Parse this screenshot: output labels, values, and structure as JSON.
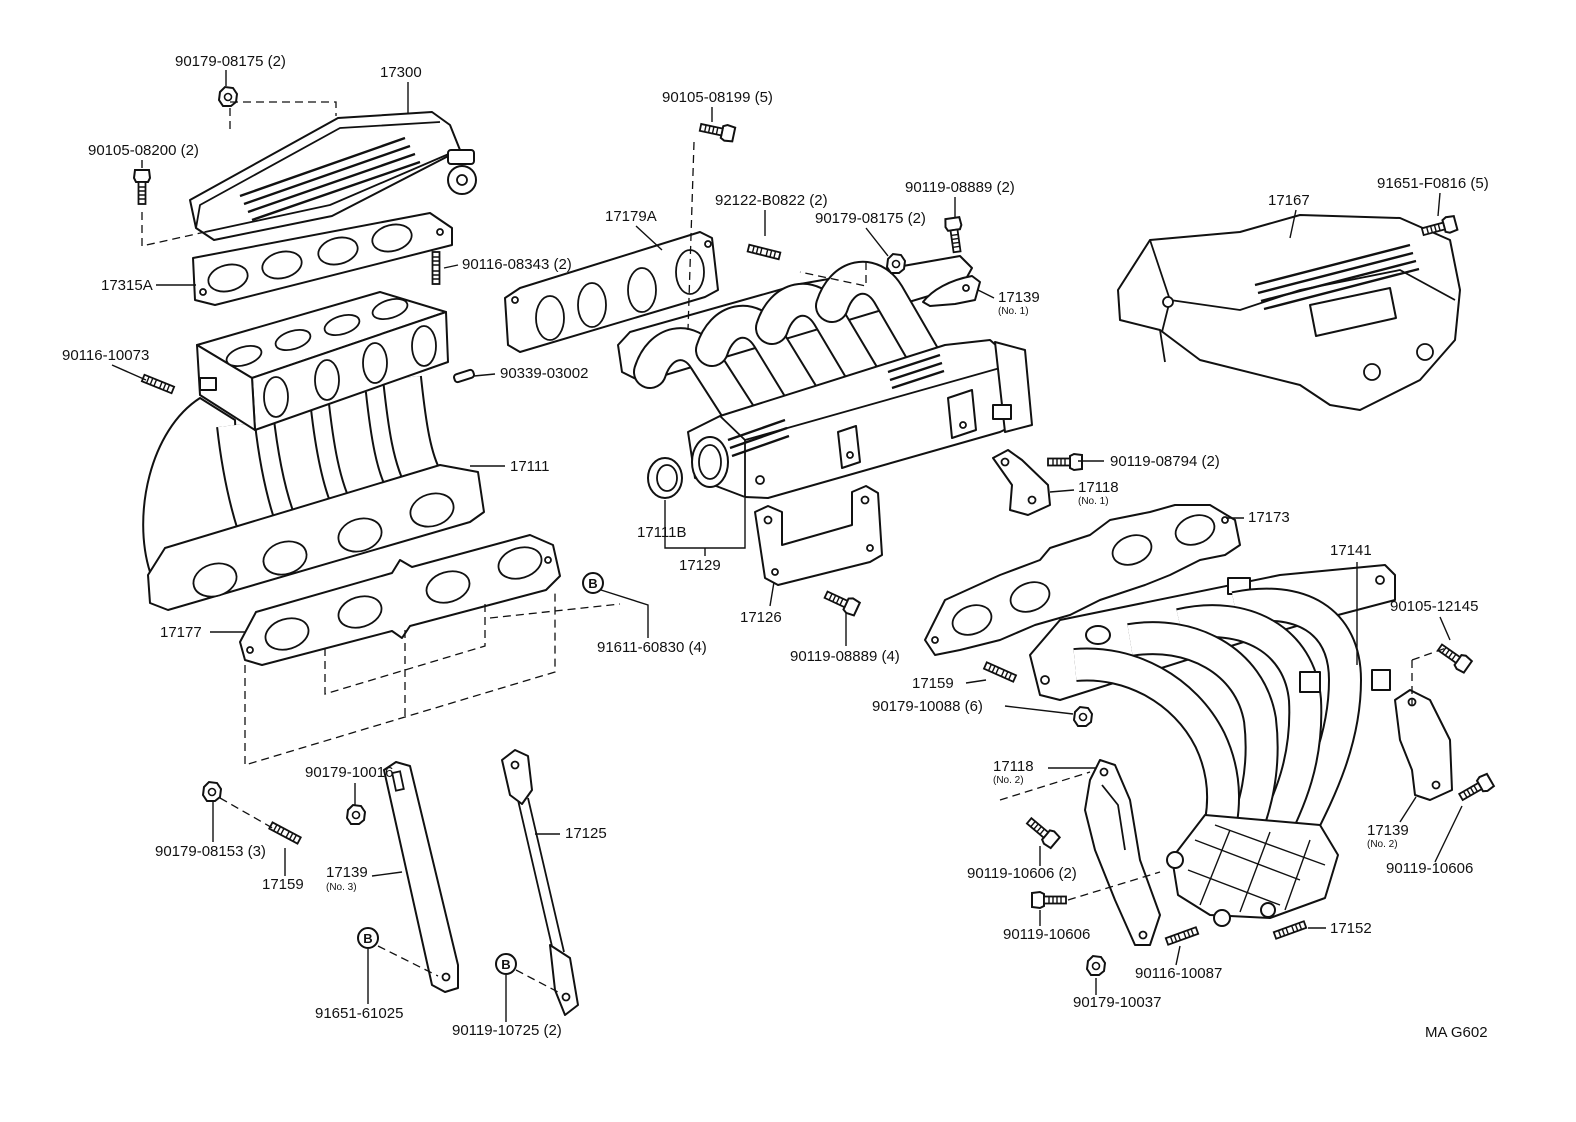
{
  "callouts": [
    {
      "text": "90179-08175 (2)"
    },
    {
      "text": "17300"
    },
    {
      "text": "90105-08200 (2)"
    },
    {
      "text": "17315A"
    },
    {
      "text": "90116-08343 (2)"
    },
    {
      "text": "90116-10073"
    },
    {
      "text": "90339-03002"
    },
    {
      "text": "17111"
    },
    {
      "text": "17177"
    },
    {
      "text": "91611-60830 (4)"
    },
    {
      "text": "90179-10016"
    },
    {
      "text": "90179-08153 (3)"
    },
    {
      "text": "17159"
    },
    {
      "text": "17139",
      "sub": "(No. 3)"
    },
    {
      "text": "91651-61025"
    },
    {
      "text": "17125"
    },
    {
      "text": "90119-10725 (2)"
    },
    {
      "text": "90105-08199 (5)"
    },
    {
      "text": "17179A"
    },
    {
      "text": "92122-B0822 (2)"
    },
    {
      "text": "90179-08175 (2)"
    },
    {
      "text": "90119-08889 (2)"
    },
    {
      "text": "17139",
      "sub": "(No. 1)"
    },
    {
      "text": "17167"
    },
    {
      "text": "91651-F0816 (5)"
    },
    {
      "text": "90119-08794 (2)"
    },
    {
      "text": "17118",
      "sub": "(No. 1)"
    },
    {
      "text": "17111B"
    },
    {
      "text": "17129"
    },
    {
      "text": "17126"
    },
    {
      "text": "90119-08889 (4)"
    },
    {
      "text": "17173"
    },
    {
      "text": "17141"
    },
    {
      "text": "90105-12145"
    },
    {
      "text": "17159"
    },
    {
      "text": "90179-10088 (6)"
    },
    {
      "text": "17118",
      "sub": "(No. 2)"
    },
    {
      "text": "90119-10606 (2)"
    },
    {
      "text": "17139",
      "sub": "(No. 2)"
    },
    {
      "text": "90119-10606"
    },
    {
      "text": "90119-10606"
    },
    {
      "text": "17152"
    },
    {
      "text": "90116-10087"
    },
    {
      "text": "90179-10037"
    }
  ],
  "ref_markers": [
    "B",
    "B",
    "B"
  ],
  "diagram_code": "MA G602"
}
